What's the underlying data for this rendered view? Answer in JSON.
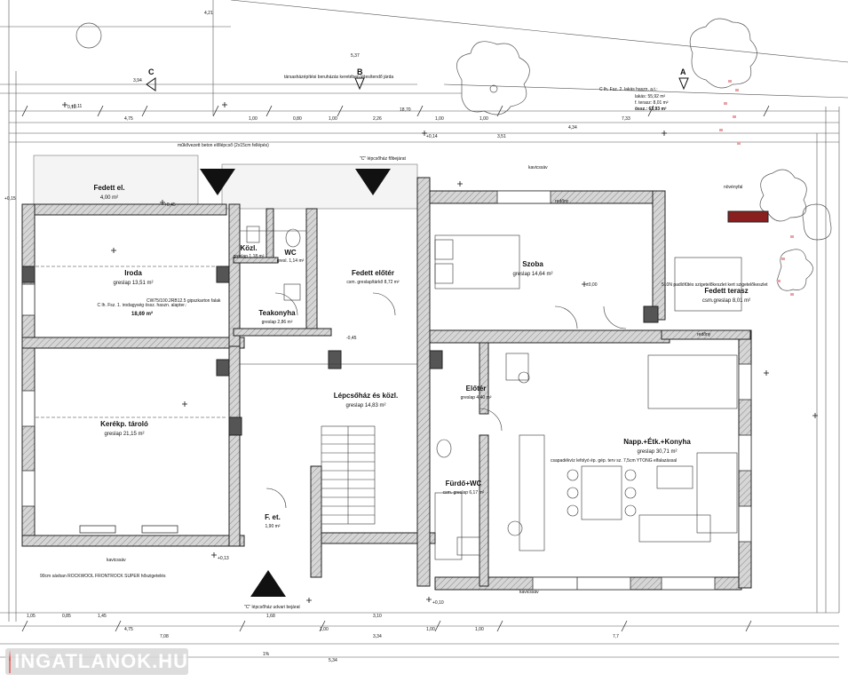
{
  "logo": {
    "text": "INGATLANOK.HU"
  },
  "sections": {
    "a": "A",
    "b": "B",
    "c": "C"
  },
  "rooms": [
    {
      "key": "fedett_el",
      "name": "Fedett el.",
      "sub": "4,00 m²"
    },
    {
      "key": "iroda",
      "name": "Iroda",
      "sub": "greslap 13,51 m²"
    },
    {
      "key": "kozl",
      "name": "Közl.",
      "sub": "greslap 1,18 m²"
    },
    {
      "key": "wc",
      "name": "WC",
      "sub": "gresl. 1,14 m²"
    },
    {
      "key": "teakonyha",
      "name": "Teakonyha",
      "sub": "greslap 2,86 m²"
    },
    {
      "key": "fedett_eloter",
      "name": "Fedett előtér",
      "sub": "csm. greslap/tárkő 8,72 m²"
    },
    {
      "key": "szoba",
      "name": "Szoba",
      "sub": "greslap 14,64 m²"
    },
    {
      "key": "fedett_terasz",
      "name": "Fedett terasz",
      "sub": "csm.greslap 8,01 m²"
    },
    {
      "key": "kerekp",
      "name": "Kerékp. tároló",
      "sub": "greslap 21,15 m²"
    },
    {
      "key": "lepcsohaz",
      "name": "Lépcsőház és közl.",
      "sub": "greslap 14,83 m²"
    },
    {
      "key": "eloter",
      "name": "Előtér",
      "sub": "greslap 4,40 m²"
    },
    {
      "key": "furdo",
      "name": "Fürdő+WC",
      "sub": "csm. greslap 6,17 m²"
    },
    {
      "key": "napp",
      "name": "Napp.+Étk.+Konyha",
      "sub": "greslap 30,71 m²"
    },
    {
      "key": "f_et",
      "name": "F. et.",
      "sub": "1,90 m²"
    }
  ],
  "notes": {
    "irodagyseg": "C lh. Fsz. 1. irodagység össz. haszn. alapter.:",
    "irodagyseg_val": "18,69 m²",
    "lakas_title": "C lh. Fsz. 2. lakás haszn. a.t.:",
    "lakas_rows": [
      "lakás: 55,92 m²",
      "f. terasz: 8,01 m²",
      "össz.: 63,93 m²"
    ],
    "tarsashaz": "társasházépítési beruházás keretében létesítendő járda",
    "mukoveszett": "műkővezett beton előlépcső (2x15cm fellépés)",
    "c_lepcsohaz_f": "\"C\" lépcsőház főbejárat",
    "c_lepcsohaz_u": "\"C\" lépcsőház udvari bejárat",
    "cw75": "CW75/100.2RB12.5 gipszkarton falak",
    "rockwool": "90cm sávban ROCKWOOL FRONTROCK SUPER hőszigetelés",
    "kavicssav": "kavicssáv",
    "novenyfal": "növényfal",
    "redony": "redőny",
    "ytong": "csapadékvíz lefolyó ép. gép. terv sz. 7,5cm YTONG elfalazással",
    "szigeteles": "510N padlófűtés szigetelőkeszlet kert szigetelőkeszlet",
    "egesz": "1%"
  },
  "dims_top": [
    "4,21",
    "5,37",
    "3,94",
    "4,75",
    "1,00",
    "0,80",
    "1,00",
    "2,26",
    "1,00",
    "1,00",
    "7,33",
    "3,51",
    "4,34",
    "18,70",
    "0,11"
  ],
  "dims_bottom": [
    "1,05",
    "0,85",
    "1,45",
    "4,75",
    "1,68",
    "1,00",
    "3,10",
    "1,00",
    "1,00",
    "7,08",
    "3,34",
    "7,7",
    "5,34"
  ],
  "levels": [
    "+0,15",
    "+0,45",
    "+0,11",
    "+0,13",
    "+0,10",
    "+0,14",
    "-0,45",
    "±0,00"
  ]
}
